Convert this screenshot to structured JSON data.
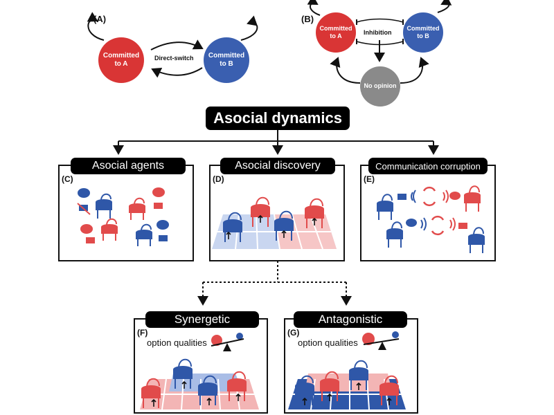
{
  "panel_a": {
    "label": "(A)",
    "node_a": "Committed to A",
    "node_b": "Committed to B",
    "edge": "Direct-switch",
    "color_a": "#d93535",
    "color_b": "#3a5fb0"
  },
  "panel_b": {
    "label": "(B)",
    "node_a": "Committed to A",
    "node_b": "Committed to B",
    "node_c": "No opinion",
    "edge": "Inhibition",
    "color_c": "#8a8a8a"
  },
  "main_title": "Asocial dynamics",
  "panels": {
    "c": {
      "label": "(C)",
      "title": "Asocial agents"
    },
    "d": {
      "label": "(D)",
      "title": "Asocial discovery"
    },
    "e": {
      "label": "(E)",
      "title": "Communication corruption"
    },
    "f": {
      "label": "(F)",
      "title": "Synergetic",
      "option_text": "option qualities"
    },
    "g": {
      "label": "(G)",
      "title": "Antagonistic",
      "option_text": "option qualities"
    }
  },
  "colors": {
    "red": "#e14b4b",
    "blue": "#2f57a8",
    "light_red": "#f3b5b5",
    "light_blue": "#a9bde6"
  },
  "icons": [
    "robot-icon",
    "speech-bubble-icon",
    "envelope-icon",
    "refresh-arrows-icon",
    "signal-waves-icon",
    "balance-scale-icon",
    "up-arrow-icon"
  ]
}
